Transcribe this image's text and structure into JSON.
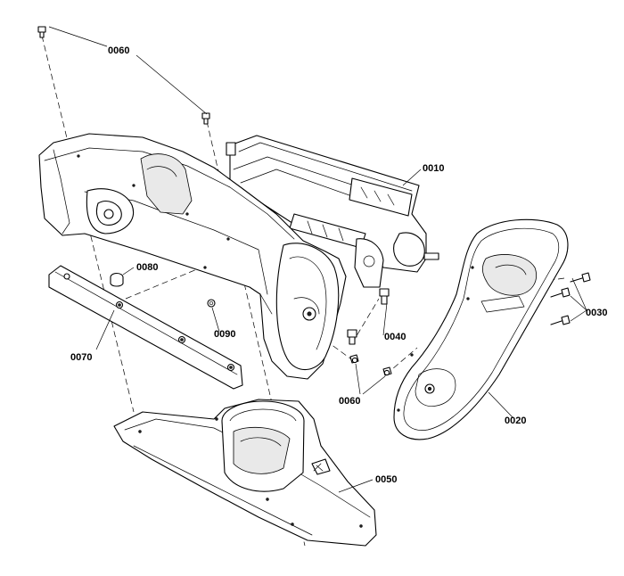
{
  "callouts": {
    "p0010": "0010",
    "p0020": "0020",
    "p0030": "0030",
    "p0040": "0040",
    "p0050": "0050",
    "p0060_top": "0060",
    "p0060_bottom": "0060",
    "p0070": "0070",
    "p0080": "0080",
    "p0090": "0090"
  }
}
